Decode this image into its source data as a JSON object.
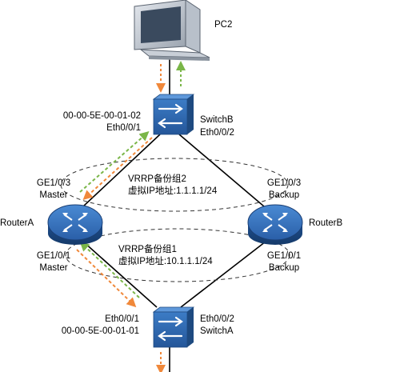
{
  "devices": {
    "pc": {
      "label": "PC2"
    },
    "switch_b": {
      "label": "SwitchB",
      "port_down": "Eth0/0/2",
      "port_left": "Eth0/0/1",
      "mac": "00-00-5E-00-01-02"
    },
    "switch_a": {
      "label": "SwitchA",
      "port_right": "Eth0/0/2",
      "port_left": "Eth0/0/1",
      "mac": "00-00-5E-00-01-01"
    },
    "router_a": {
      "label": "RouterA",
      "top_port": "GE1/0/3",
      "top_role": "Master",
      "bottom_port": "GE1/0/1",
      "bottom_role": "Master"
    },
    "router_b": {
      "label": "RouterB",
      "top_port": "GE1/0/3",
      "top_role": "Backup",
      "bottom_port": "GE1/0/1",
      "bottom_role": "Backup"
    }
  },
  "vrrp_groups": [
    {
      "name": "VRRP备份组2",
      "vip": "虚拟IP地址:1.1.1.1/24"
    },
    {
      "name": "VRRP备份组1",
      "vip": "虚拟IP地址:10.1.1.1/24"
    }
  ],
  "colors": {
    "orange_arrow": "#f0883a",
    "green_arrow": "#7ab648",
    "router_body": "#2f6db5",
    "switch_body": "#2f6db5",
    "link": "#000000"
  },
  "icons": {
    "pc": "pc-icon",
    "switch": "switch-icon",
    "router": "router-icon"
  }
}
